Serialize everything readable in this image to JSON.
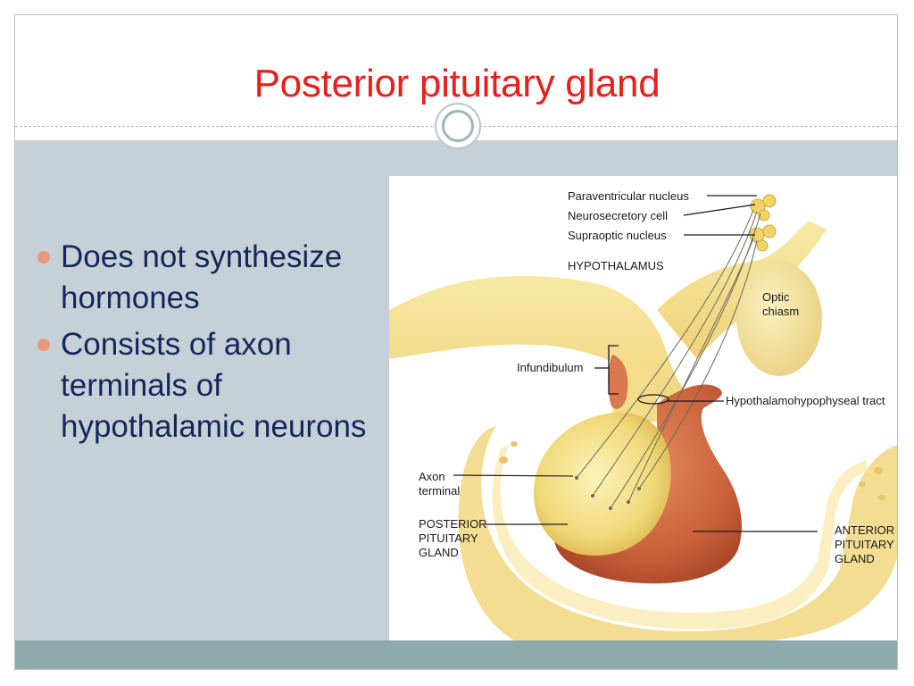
{
  "title": "Posterior pituitary gland",
  "bullets": [
    "Does not synthesize hormones",
    "Consists of axon terminals of hypothalamic neurons"
  ],
  "diagram": {
    "labels": {
      "paraventricular_nucleus": "Paraventricular nucleus",
      "neurosecretory_cell": "Neurosecretory cell",
      "supraoptic_nucleus": "Supraoptic nucleus",
      "hypothalamus": "HYPOTHALAMUS",
      "optic_chiasm": [
        "Optic",
        "chiasm"
      ],
      "infundibulum": "Infundibulum",
      "tract": "Hypothalamohypophyseal tract",
      "axon_terminal": [
        "Axon",
        "terminal"
      ],
      "posterior": [
        "POSTERIOR",
        "PITUITARY",
        "GLAND"
      ],
      "anterior": [
        "ANTERIOR",
        "PITUITARY",
        "GLAND"
      ]
    }
  },
  "colors": {
    "title": "#e8201b",
    "bullet_text": "#14265c",
    "bullet_marker": "#e6987a",
    "content_band": "#c5d1d6",
    "footer_band": "#8faaad"
  }
}
